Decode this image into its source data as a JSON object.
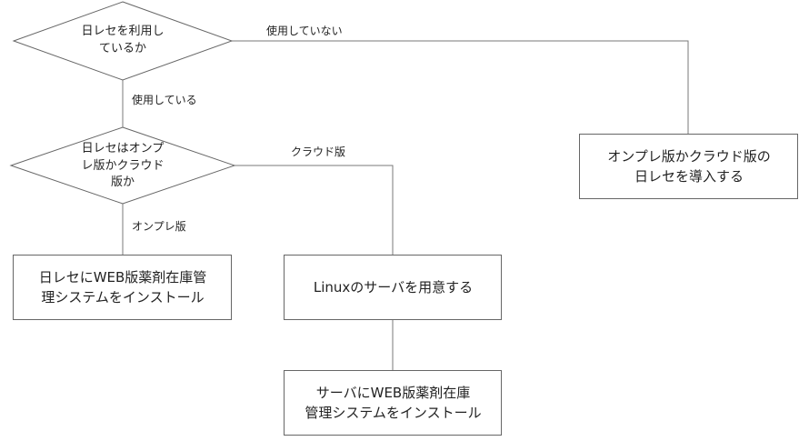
{
  "decisions": {
    "use_nichireseno": "日レセを利用し\nているか",
    "onprem_or_cloud": "日レセはオンプ\nレ版かクラウド\n版か"
  },
  "processes": {
    "install_onprem": "日レセにWEB版薬剤在庫管\n理システムをインストール",
    "prepare_linux": "Linuxのサーバを用意する",
    "install_server": "サーバにWEB版薬剤在庫\n管理システムをインストール",
    "introduce_nichireseno": "オンプレ版かクラウド版の\n日レセを導入する"
  },
  "edge_labels": {
    "not_using": "使用していない",
    "using": "使用している",
    "cloud": "クラウド版",
    "onprem": "オンプレ版"
  },
  "colors": {
    "stroke": "#666666",
    "text": "#222222",
    "background": "#ffffff"
  }
}
